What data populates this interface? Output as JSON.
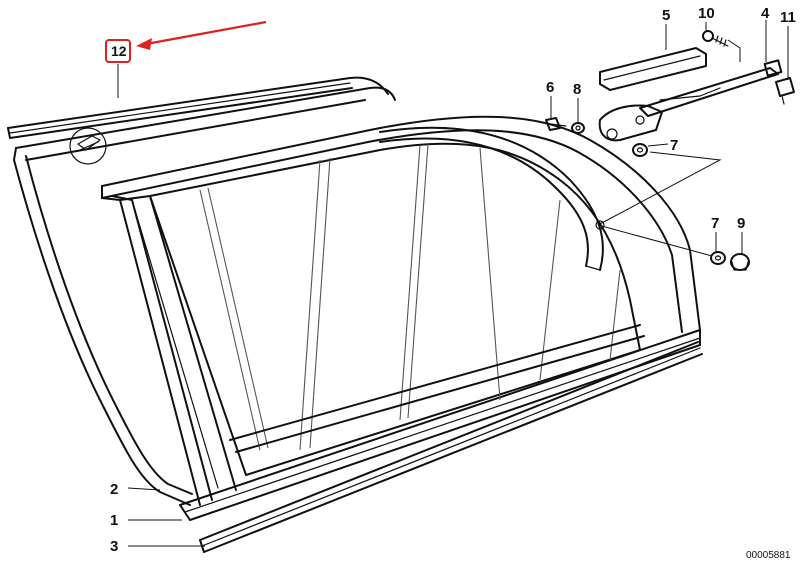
{
  "callouts": {
    "c1": "1",
    "c2": "2",
    "c3": "3",
    "c4": "4",
    "c5": "5",
    "c6": "6",
    "c7a": "7",
    "c7b": "7",
    "c8": "8",
    "c9": "9",
    "c10": "10",
    "c11": "11",
    "c12": "12"
  },
  "reference_code": "00005881",
  "colors": {
    "highlight": "#e0201c",
    "ink": "#111111"
  }
}
